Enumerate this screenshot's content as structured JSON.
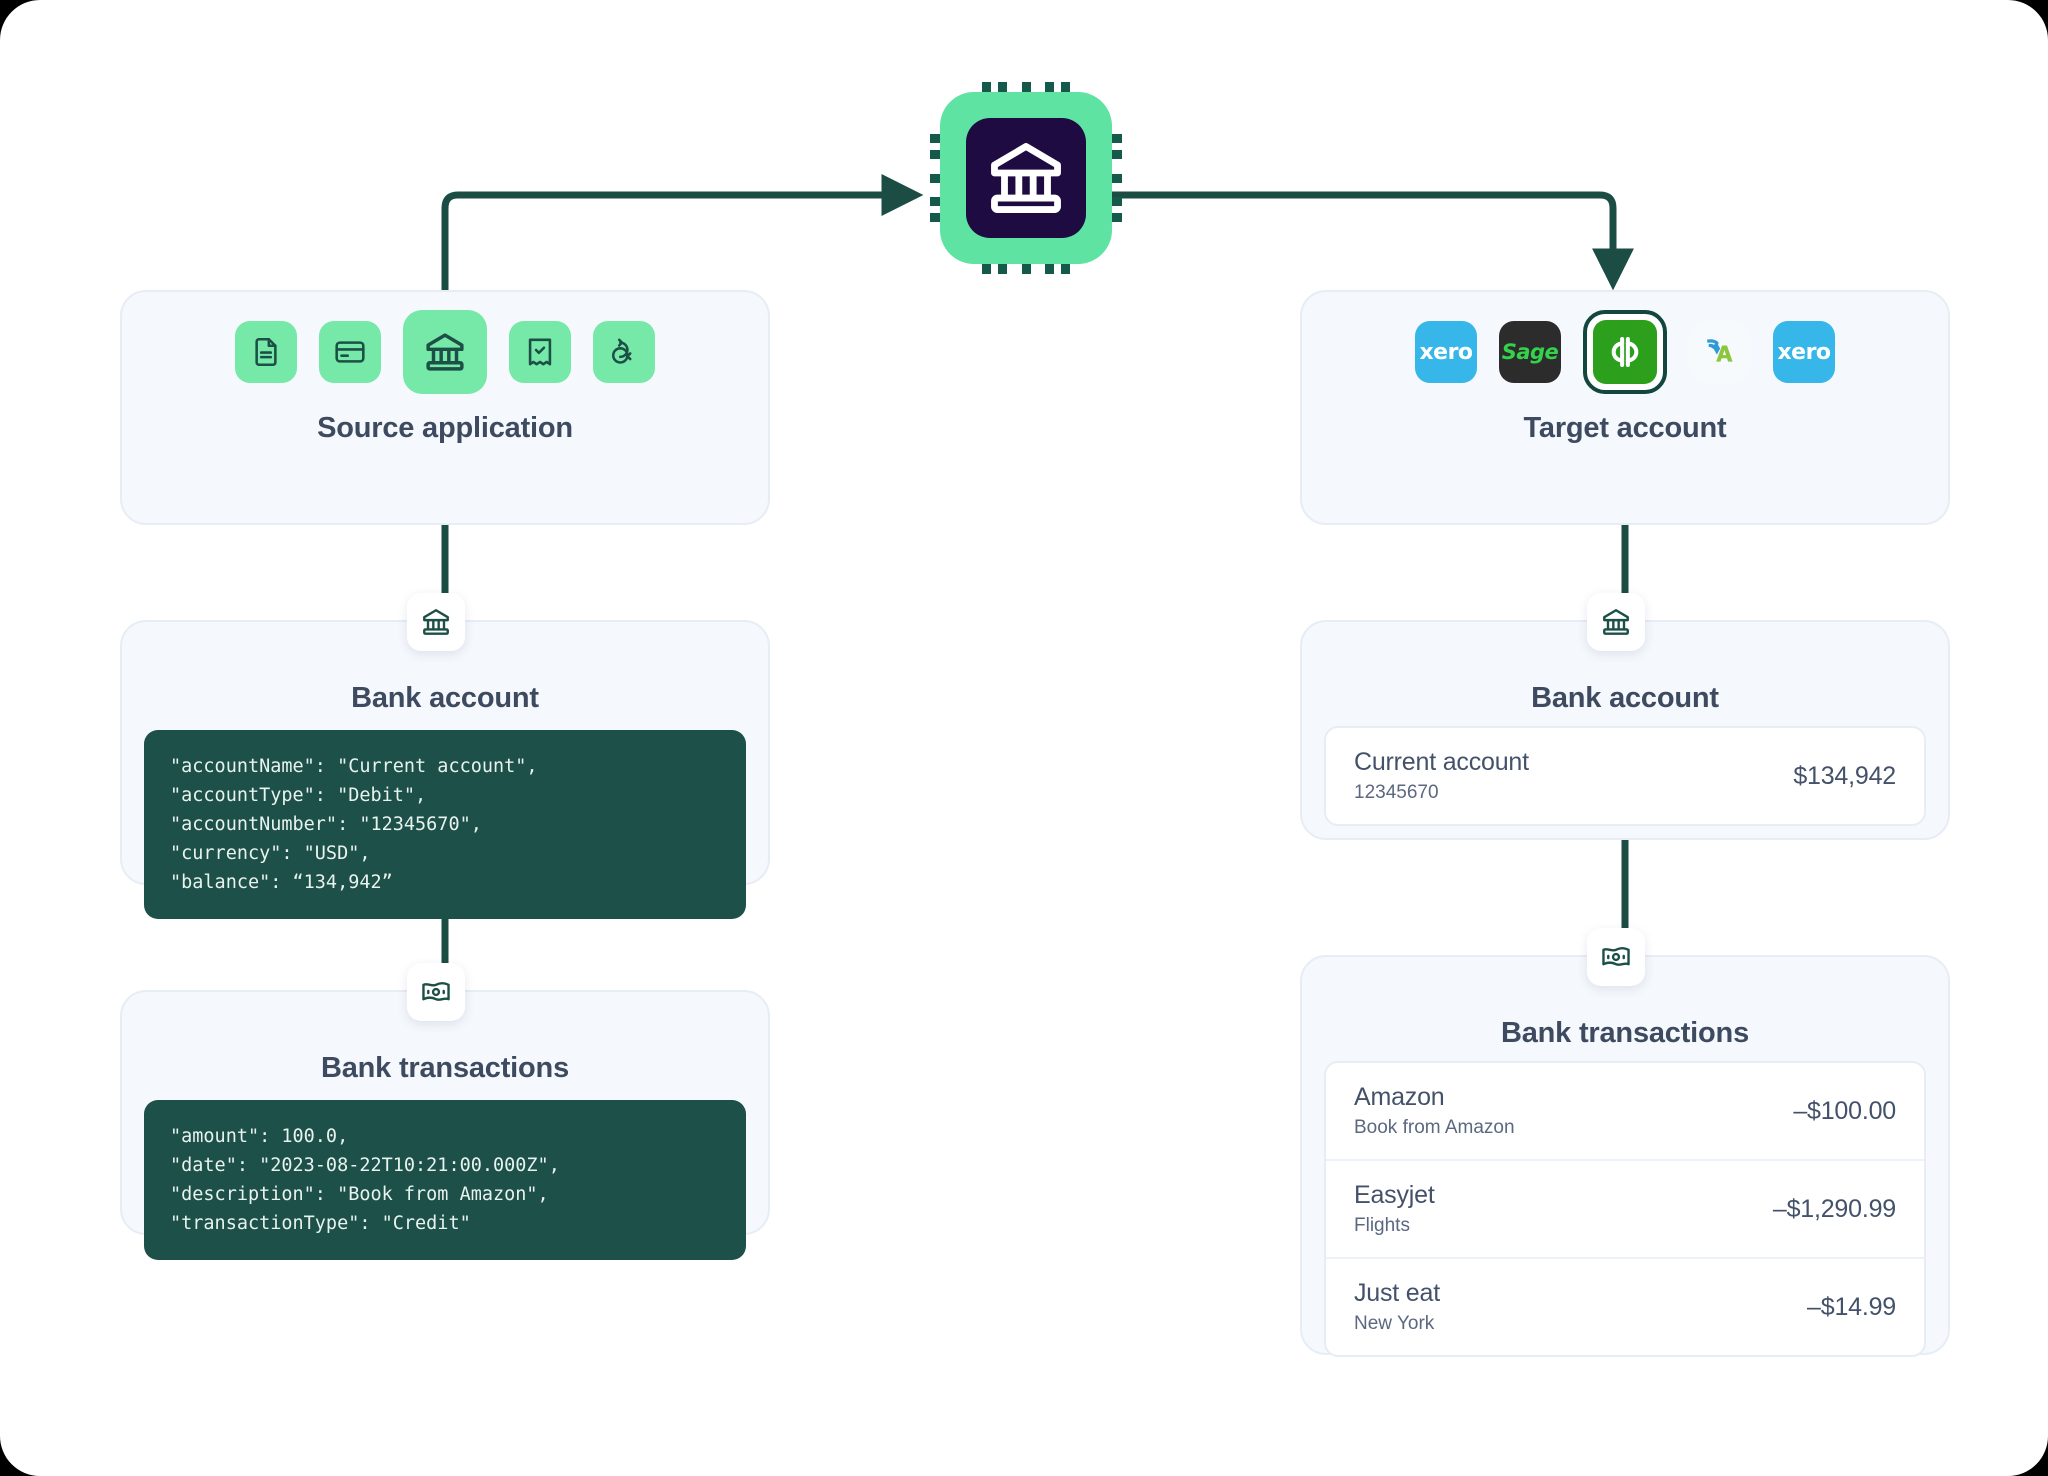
{
  "hub": {
    "icon": "bank-chip-icon",
    "colors": {
      "chip": "#5FE3A2",
      "pins": "#14594A",
      "inner": "#1E0B42"
    }
  },
  "source": {
    "title": "Source application",
    "tiles": [
      {
        "name": "invoice-icon",
        "selected": false
      },
      {
        "name": "credit-card-icon",
        "selected": false
      },
      {
        "name": "bank-icon",
        "selected": true
      },
      {
        "name": "receipt-check-icon",
        "selected": false
      },
      {
        "name": "sync-icon",
        "selected": false
      }
    ],
    "account": {
      "title": "Bank account",
      "badge_icon": "bank-icon",
      "code": "\"accountName\": \"Current account\",\n\"accountType\": \"Debit\",\n\"accountNumber\": \"12345670\",\n\"currency\": \"USD\",\n\"balance\": “134,942”"
    },
    "transactions": {
      "title": "Bank transactions",
      "badge_icon": "banknote-icon",
      "code": "\"amount\": 100.0,\n\"date\": \"2023-08-22T10:21:00.000Z\",\n\"description\": \"Book from Amazon\",\n\"transactionType\": \"Credit\""
    }
  },
  "target": {
    "title": "Target account",
    "tiles": [
      {
        "name": "xero-logo",
        "label": "xero",
        "selected": false,
        "color": "#37B7E9"
      },
      {
        "name": "sage-logo",
        "label": "Sage",
        "selected": false,
        "color": "#2C2C2C"
      },
      {
        "name": "quickbooks-logo",
        "label": "qb",
        "selected": true,
        "color": "#2CA01C"
      },
      {
        "name": "freeagent-logo",
        "label": "",
        "selected": false,
        "color": "#F7FAFD"
      },
      {
        "name": "xero-logo",
        "label": "xero",
        "selected": false,
        "color": "#37B7E9"
      }
    ],
    "account": {
      "title": "Bank account",
      "badge_icon": "bank-icon",
      "rows": [
        {
          "main": "Current account",
          "sub": "12345670",
          "amount": "$134,942"
        }
      ]
    },
    "transactions": {
      "title": "Bank transactions",
      "badge_icon": "banknote-icon",
      "rows": [
        {
          "main": "Amazon",
          "sub": "Book from Amazon",
          "amount": "–$100.00"
        },
        {
          "main": "Easyjet",
          "sub": "Flights",
          "amount": "–$1,290.99"
        },
        {
          "main": "Just eat",
          "sub": "New York",
          "amount": "–$14.99"
        }
      ]
    }
  },
  "theme": {
    "wire": "#1B4D44",
    "card_bg": "#F5F8FC",
    "card_border": "#E6EDF5",
    "heading": "#3D4A60",
    "code_bg": "#1C5048",
    "tile_green": "#76E8A8"
  }
}
